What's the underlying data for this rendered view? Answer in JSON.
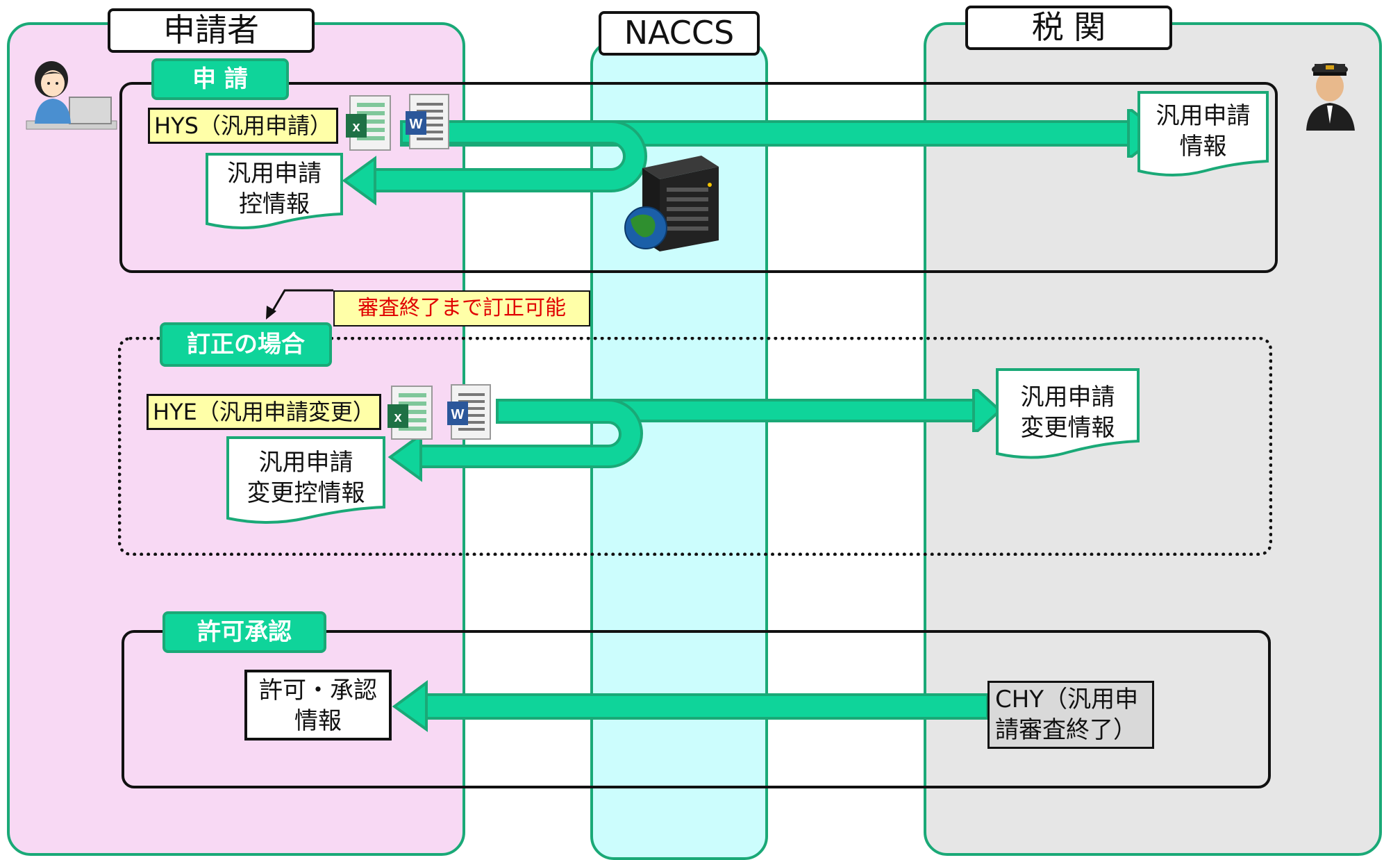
{
  "lanes": {
    "applicant": "申請者",
    "naccs": "NACCS",
    "customs": "税 関"
  },
  "sections": {
    "apply": {
      "tab": "申 請",
      "message": "HYS（汎用申請）",
      "to_customs_doc": [
        "汎用申請",
        "情報"
      ],
      "return_doc": [
        "汎用申請",
        "控情報"
      ]
    },
    "correction": {
      "note": "審査終了まで訂正可能",
      "tab": "訂正の場合",
      "message": "HYE（汎用申請変更）",
      "to_customs_doc": [
        "汎用申請",
        "変更情報"
      ],
      "return_doc": [
        "汎用申請",
        "変更控情報"
      ]
    },
    "approval": {
      "tab": "許可承認",
      "customs_message": [
        "CHY（汎用申",
        "請審査終了）"
      ],
      "result_doc": [
        "許可・承認",
        "情報"
      ]
    }
  },
  "icons": [
    "person-at-laptop-icon",
    "customs-officer-icon",
    "excel-file-icon",
    "word-file-icon",
    "server-globe-icon"
  ],
  "colors": {
    "lane_border": "#1aa977",
    "arrow": "#0fd49a",
    "applicant_bg": "#f8d9f4",
    "naccs_bg": "#ccfdfd",
    "customs_bg": "#e6e6e6",
    "note_text": "#e00000",
    "message_bg": "#ffffa8"
  }
}
